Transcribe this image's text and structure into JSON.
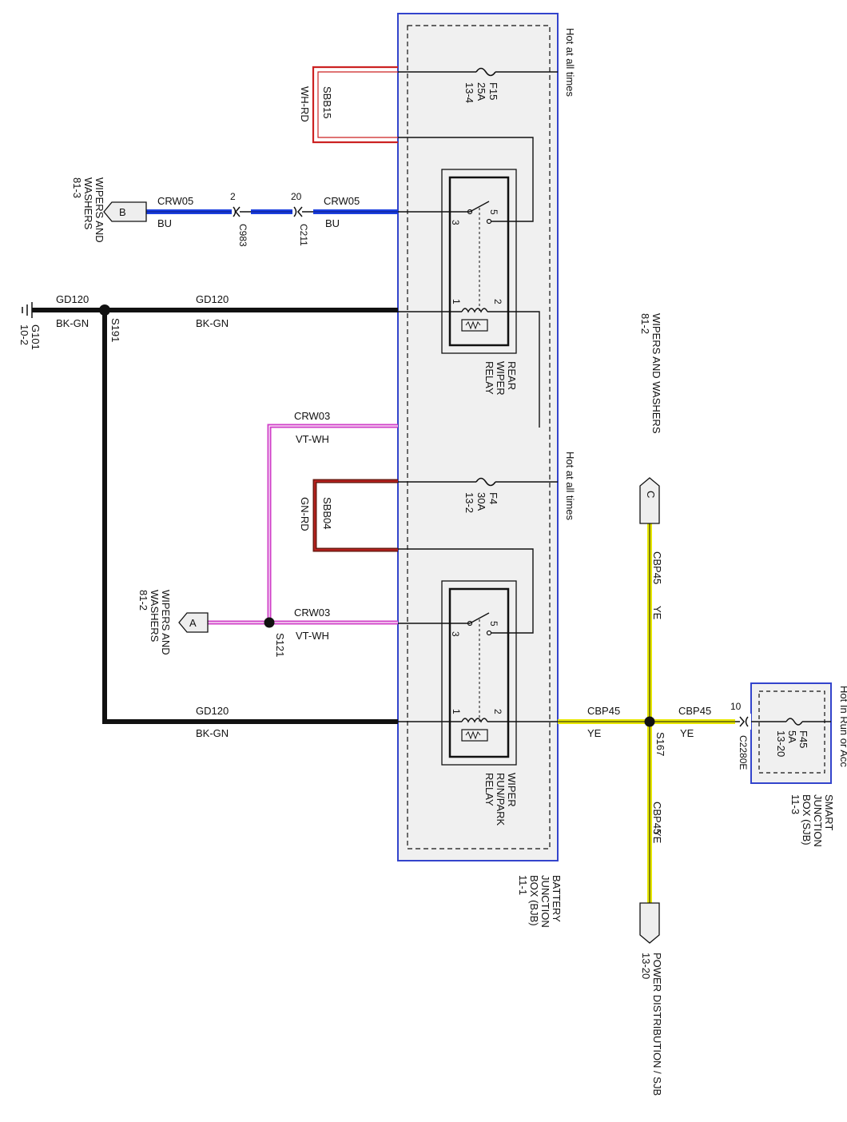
{
  "colors": {
    "black": "#111111",
    "blue": "#1a2fd0",
    "box_border": "#3344cc",
    "box_fill": "#f0f0f0",
    "wire_blue": "#1b3fe0",
    "wire_pink": "#d040c8",
    "wire_red": "#cc2222",
    "wire_brown": "#6b1a10",
    "wire_yellow": "#e6e600"
  },
  "bjb": {
    "hot_top": "Hot at all times",
    "hot_mid": "Hot at all times",
    "title": [
      "BATTERY",
      "JUNCTION",
      "BOX (BJB)",
      "11-1"
    ],
    "fuse_top": [
      "F15",
      "25A",
      "13-4"
    ],
    "fuse_mid": [
      "F4",
      "30A",
      "13-2"
    ],
    "rear_relay": [
      "REAR",
      "WIPER",
      "RELAY"
    ],
    "run_relay": [
      "WIPER",
      "RUN/PARK",
      "RELAY"
    ],
    "pin3": "3",
    "pin5": "5",
    "pin1": "1",
    "pin2": "2"
  },
  "sjb": {
    "hot": "Hot In Run or Acc",
    "title": [
      "SMART",
      "JUNCTION",
      "BOX (SJB)",
      "11-3"
    ],
    "fuse": [
      "F45",
      "5A",
      "13-20"
    ],
    "pin": "10",
    "connector": "C2280E"
  },
  "wires": {
    "sbb15": "SBB15",
    "sbb15_color": "WH-RD",
    "sbb04": "SBB04",
    "sbb04_color": "GN-RD",
    "crw05": "CRW05",
    "bu": "BU",
    "gd120": "GD120",
    "bkgn": "BK-GN",
    "crw03": "CRW03",
    "vtwh": "VT-WH",
    "cbp45": "CBP45",
    "ye": "YE"
  },
  "connectors": {
    "c983": "C983",
    "c983_pin": "2",
    "c211": "C211",
    "c211_pin": "20"
  },
  "splices": {
    "s191": "S191",
    "s121": "S121",
    "s167": "S167"
  },
  "ground": {
    "name": "G101",
    "ref": "10-2"
  },
  "refs": {
    "b_letter": "B",
    "b_text": [
      "WIPERS AND",
      "WASHERS",
      "81-3"
    ],
    "a_letter": "A",
    "a_text": [
      "WIPERS AND",
      "WASHERS",
      "81-2"
    ],
    "c_letter": "C",
    "c_text": [
      "WIPERS AND WASHERS",
      "81-2"
    ],
    "pd_text": [
      "POWER DISTRIBUTION / SJB",
      "13-20"
    ]
  }
}
